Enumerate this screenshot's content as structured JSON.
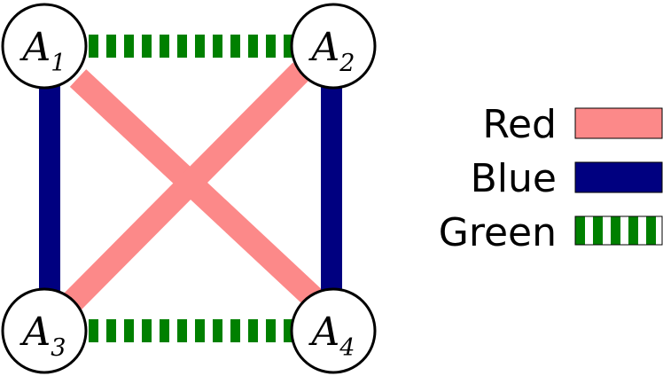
{
  "colors": {
    "red": "#fc8989",
    "blue": "#000080",
    "green": "#008000",
    "node_fill": "#ffffff",
    "node_stroke": "#000000"
  },
  "nodes": [
    {
      "letter": "A",
      "sub": "1"
    },
    {
      "letter": "A",
      "sub": "2"
    },
    {
      "letter": "A",
      "sub": "3"
    },
    {
      "letter": "A",
      "sub": "4"
    }
  ],
  "edges": [
    {
      "from": "A1",
      "to": "A2",
      "color": "green"
    },
    {
      "from": "A3",
      "to": "A4",
      "color": "green"
    },
    {
      "from": "A1",
      "to": "A3",
      "color": "blue"
    },
    {
      "from": "A2",
      "to": "A4",
      "color": "blue"
    },
    {
      "from": "A1",
      "to": "A4",
      "color": "red"
    },
    {
      "from": "A2",
      "to": "A3",
      "color": "red"
    }
  ],
  "legend": {
    "items": [
      {
        "label": "Red",
        "color": "red"
      },
      {
        "label": "Blue",
        "color": "blue"
      },
      {
        "label": "Green",
        "color": "green"
      }
    ]
  }
}
